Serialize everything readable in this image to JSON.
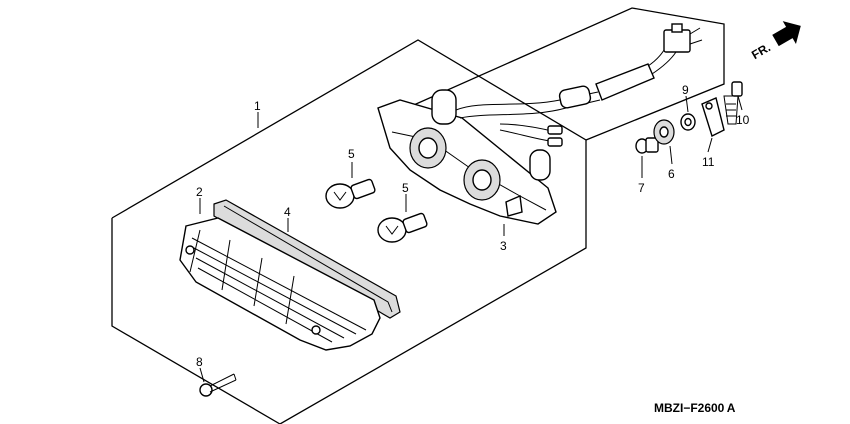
{
  "labels": {
    "l1": "1",
    "l2": "2",
    "l3": "3",
    "l4": "4",
    "l5a": "5",
    "l5b": "5",
    "l6": "6",
    "l7": "7",
    "l8": "8",
    "l9": "9",
    "l10": "10",
    "l11": "11"
  },
  "direction_label": "FR.",
  "diagram_code": "MBZI−F2600 A"
}
